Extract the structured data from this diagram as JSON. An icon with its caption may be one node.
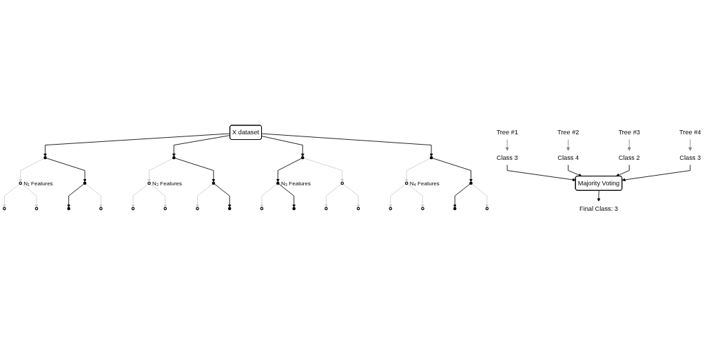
{
  "diagram": {
    "nodes": [
      {
        "text": [
          "X dataset"
        ]
      },
      {
        "text": [],
        "shape": "circle"
      },
      {
        "text": [],
        "shape": "circle",
        "beside": [
          "N₁ Features"
        ]
      },
      {
        "text": [],
        "shape": "circle"
      },
      {
        "text": [],
        "shape": "circle"
      },
      {
        "text": [],
        "shape": "circle"
      },
      {
        "text": [],
        "shape": "circle"
      },
      {
        "text": [],
        "shape": "circle"
      },
      {
        "text": [
          "Tree #1"
        ]
      },
      {
        "text": [
          "Class 3"
        ]
      },
      {
        "text": [],
        "shape": "circle"
      },
      {
        "text": [],
        "shape": "circle",
        "beside": [
          "N₂ Features"
        ]
      },
      {
        "text": [],
        "shape": "circle"
      },
      {
        "text": [],
        "shape": "circle"
      },
      {
        "text": [],
        "shape": "circle"
      },
      {
        "text": [],
        "shape": "circle"
      },
      {
        "text": [],
        "shape": "circle"
      },
      {
        "text": [
          "Tree #2"
        ]
      },
      {
        "text": [
          "Class 4"
        ]
      },
      {
        "text": [],
        "shape": "circle"
      },
      {
        "text": [],
        "shape": "circle",
        "beside": [
          "N₃ Features"
        ]
      },
      {
        "text": [],
        "shape": "circle"
      },
      {
        "text": [],
        "shape": "circle"
      },
      {
        "text": [],
        "shape": "circle"
      },
      {
        "text": [],
        "shape": "circle"
      },
      {
        "text": [],
        "shape": "circle"
      },
      {
        "text": [
          "Tree #3"
        ]
      },
      {
        "text": [
          "Class 2"
        ]
      },
      {
        "text": [],
        "shape": "circle"
      },
      {
        "text": [],
        "shape": "circle",
        "beside": [
          "N₄ Features"
        ]
      },
      {
        "text": [],
        "shape": "circle"
      },
      {
        "text": [],
        "shape": "circle"
      },
      {
        "text": [],
        "shape": "circle"
      },
      {
        "text": [],
        "shape": "circle"
      },
      {
        "text": [],
        "shape": "circle"
      },
      {
        "text": [
          "Tree #4"
        ]
      },
      {
        "text": [
          "Class 3"
        ]
      },
      {
        "text": [
          "Majority Voting"
        ]
      },
      {
        "text": [
          "Final Class: 3"
        ]
      }
    ],
    "edges": [
      {
        "from": 0,
        "to": 1,
        "arrow": "to"
      },
      {
        "from": 0,
        "to": 10,
        "arrow": "to"
      },
      {
        "from": 0,
        "to": 19,
        "arrow": "to"
      },
      {
        "from": 0,
        "to": 28,
        "arrow": "to"
      },
      {
        "from": 1,
        "to": 2,
        "arrow": "to",
        "color": "#cccccc"
      },
      {
        "from": 1,
        "to": 3,
        "arrow": "to"
      },
      {
        "from": 2,
        "to": 4,
        "arrow": "to",
        "color": "#cccccc"
      },
      {
        "from": 2,
        "to": 5,
        "arrow": "to",
        "color": "#cccccc"
      },
      {
        "from": 3,
        "to": 6,
        "arrow": "to"
      },
      {
        "from": 3,
        "to": 7,
        "arrow": "to",
        "color": "#cccccc"
      },
      {
        "from": 10,
        "to": 11,
        "arrow": "to",
        "color": "#cccccc"
      },
      {
        "from": 10,
        "to": 12,
        "arrow": "to"
      },
      {
        "from": 11,
        "to": 13,
        "arrow": "to",
        "color": "#cccccc"
      },
      {
        "from": 11,
        "to": 14,
        "arrow": "to",
        "color": "#cccccc"
      },
      {
        "from": 12,
        "to": 15,
        "arrow": "to",
        "color": "#cccccc"
      },
      {
        "from": 12,
        "to": 16,
        "arrow": "to"
      },
      {
        "from": 19,
        "to": 20,
        "arrow": "to"
      },
      {
        "from": 19,
        "to": 21,
        "arrow": "to",
        "color": "#cccccc"
      },
      {
        "from": 20,
        "to": 22,
        "arrow": "to",
        "color": "#cccccc"
      },
      {
        "from": 20,
        "to": 23,
        "arrow": "to"
      },
      {
        "from": 21,
        "to": 24,
        "arrow": "to",
        "color": "#cccccc"
      },
      {
        "from": 21,
        "to": 25,
        "arrow": "to",
        "color": "#cccccc"
      },
      {
        "from": 28,
        "to": 29,
        "arrow": "to",
        "color": "#cccccc"
      },
      {
        "from": 28,
        "to": 30,
        "arrow": "to"
      },
      {
        "from": 29,
        "to": 31,
        "arrow": "to",
        "color": "#cccccc"
      },
      {
        "from": 29,
        "to": 32,
        "arrow": "to",
        "color": "#cccccc"
      },
      {
        "from": 30,
        "to": 33,
        "arrow": "to"
      },
      {
        "from": 30,
        "to": 34,
        "arrow": "to",
        "color": "#cccccc"
      },
      {
        "from": 8,
        "to": 9,
        "arrow": "to",
        "color": "#808080"
      },
      {
        "from": 17,
        "to": 18,
        "arrow": "to",
        "color": "#808080"
      },
      {
        "from": 26,
        "to": 27,
        "arrow": "to",
        "color": "#808080"
      },
      {
        "from": 35,
        "to": 36,
        "arrow": "to",
        "color": "#808080"
      },
      {
        "from": 9,
        "to": 37,
        "arrow": "to"
      },
      {
        "from": 18,
        "to": 37,
        "arrow": "to"
      },
      {
        "from": 27,
        "to": 37,
        "arrow": "to"
      },
      {
        "from": 36,
        "to": 37,
        "arrow": "to"
      },
      {
        "from": 37,
        "to": 38,
        "arrow": "to"
      }
    ]
  }
}
